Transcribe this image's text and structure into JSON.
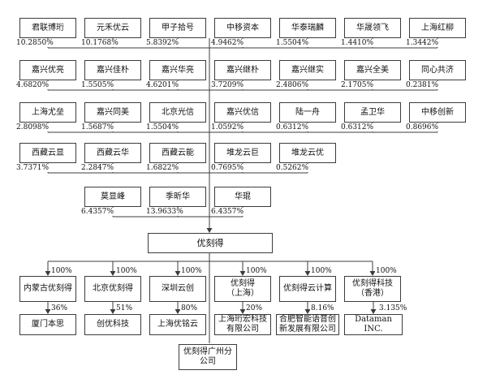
{
  "shareholders": [
    {
      "name": "君联博珩",
      "pct": "10.2850%"
    },
    {
      "name": "元禾优云",
      "pct": "10.1768%"
    },
    {
      "name": "甲子拾号",
      "pct": "5.8392%"
    },
    {
      "name": "中移资本",
      "pct": "4.9462%"
    },
    {
      "name": "华泰瑞麟",
      "pct": "1.5504%"
    },
    {
      "name": "华晟领飞",
      "pct": "1.4410%"
    },
    {
      "name": "上海红柳",
      "pct": "1.3442%"
    },
    {
      "name": "嘉兴优亮",
      "pct": "4.6820%"
    },
    {
      "name": "嘉兴佳朴",
      "pct": "1.5505%"
    },
    {
      "name": "嘉兴华亮",
      "pct": "4.6201%"
    },
    {
      "name": "嘉兴继朴",
      "pct": "3.7209%"
    },
    {
      "name": "嘉兴继实",
      "pct": "2.4806%"
    },
    {
      "name": "嘉兴全美",
      "pct": "2.1705%"
    },
    {
      "name": "同心共济",
      "pct": "0.2381%"
    },
    {
      "name": "上海尤垒",
      "pct": "2.8098%"
    },
    {
      "name": "嘉兴同美",
      "pct": "1.5687%"
    },
    {
      "name": "北京光信",
      "pct": "1.5504%"
    },
    {
      "name": "嘉兴优信",
      "pct": "1.0592%"
    },
    {
      "name": "陆一舟",
      "pct": "0.6312%"
    },
    {
      "name": "孟卫华",
      "pct": "0.6312%"
    },
    {
      "name": "中移创新",
      "pct": "0.8696%"
    },
    {
      "name": "西藏云显",
      "pct": "3.7371%"
    },
    {
      "name": "西藏云华",
      "pct": "2.2847%"
    },
    {
      "name": "西藏云能",
      "pct": "1.6822%"
    },
    {
      "name": "堆龙云巨",
      "pct": "0.7695%"
    },
    {
      "name": "堆龙云优",
      "pct": "0.5262%"
    },
    {
      "name": "莫显峰",
      "pct": "6.4357%"
    },
    {
      "name": "季昕华",
      "pct": "13.9633%"
    },
    {
      "name": "华琨",
      "pct": "6.4357%"
    }
  ],
  "company": {
    "name": "优刻得"
  },
  "subsidiaries": [
    {
      "name": "内蒙古优刻得",
      "pct": "100%"
    },
    {
      "name": "北京优刻得",
      "pct": "100%"
    },
    {
      "name": "深圳云创",
      "pct": "100%"
    },
    {
      "name": "优刻得\n（上海）",
      "pct": "100%"
    },
    {
      "name": "优刻得云计算",
      "pct": "100%"
    },
    {
      "name": "优刻得科技\n（香港）",
      "pct": "100%"
    }
  ],
  "investees": [
    {
      "name": "厦门本思",
      "pct": "36%"
    },
    {
      "name": "创优科技",
      "pct": "51%"
    },
    {
      "name": "上海优铭云",
      "pct": "80%"
    },
    {
      "name": "上海珩宏科技\n有限公司",
      "pct": "20%"
    },
    {
      "name": "合肥智能语音创\n新发展有限公司",
      "pct": "8.16%"
    },
    {
      "name": "Dataman INC.",
      "pct": "3.135%"
    }
  ],
  "branch": {
    "name": "优刻得广州分\n公司"
  },
  "colors": {
    "line": "#3c3c3c",
    "border": "#3c3c3c",
    "text": "#111111",
    "background": "#ffffff"
  }
}
